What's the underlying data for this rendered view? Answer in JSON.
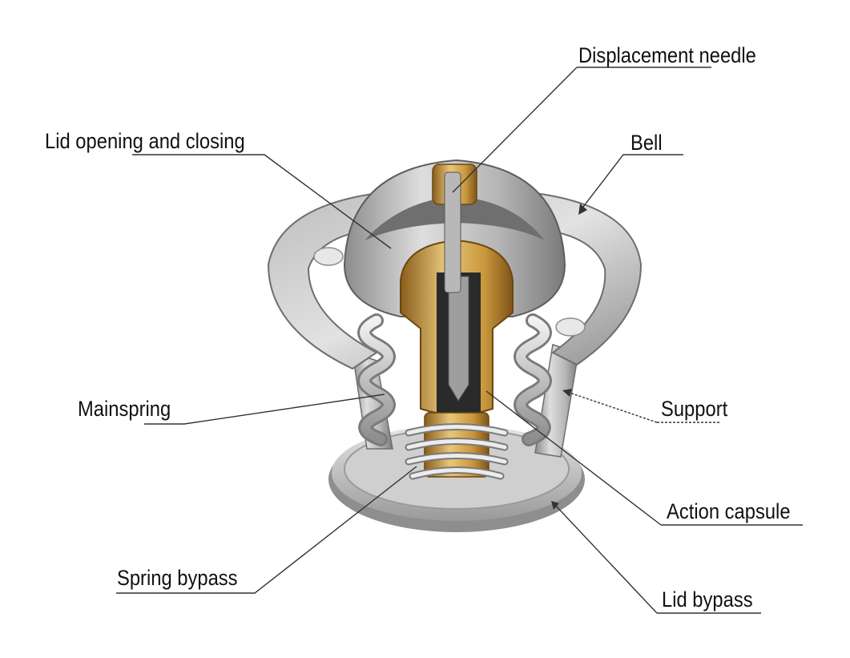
{
  "labels": {
    "displacement_needle": "Displacement needle",
    "lid_opening_closing": "Lid opening and closing",
    "bell": "Bell",
    "mainspring": "Mainspring",
    "support": "Support",
    "action_capsule": "Action capsule",
    "spring_bypass": "Spring bypass",
    "lid_bypass": "Lid bypass"
  },
  "colors": {
    "metal_light": "#d9d9d9",
    "metal_mid": "#a8a8a8",
    "metal_dark": "#6e6e6e",
    "brass_light": "#e8c77a",
    "brass_mid": "#c9973c",
    "brass_dark": "#8a5e1c",
    "leader_line": "#333333",
    "text": "#111111"
  }
}
